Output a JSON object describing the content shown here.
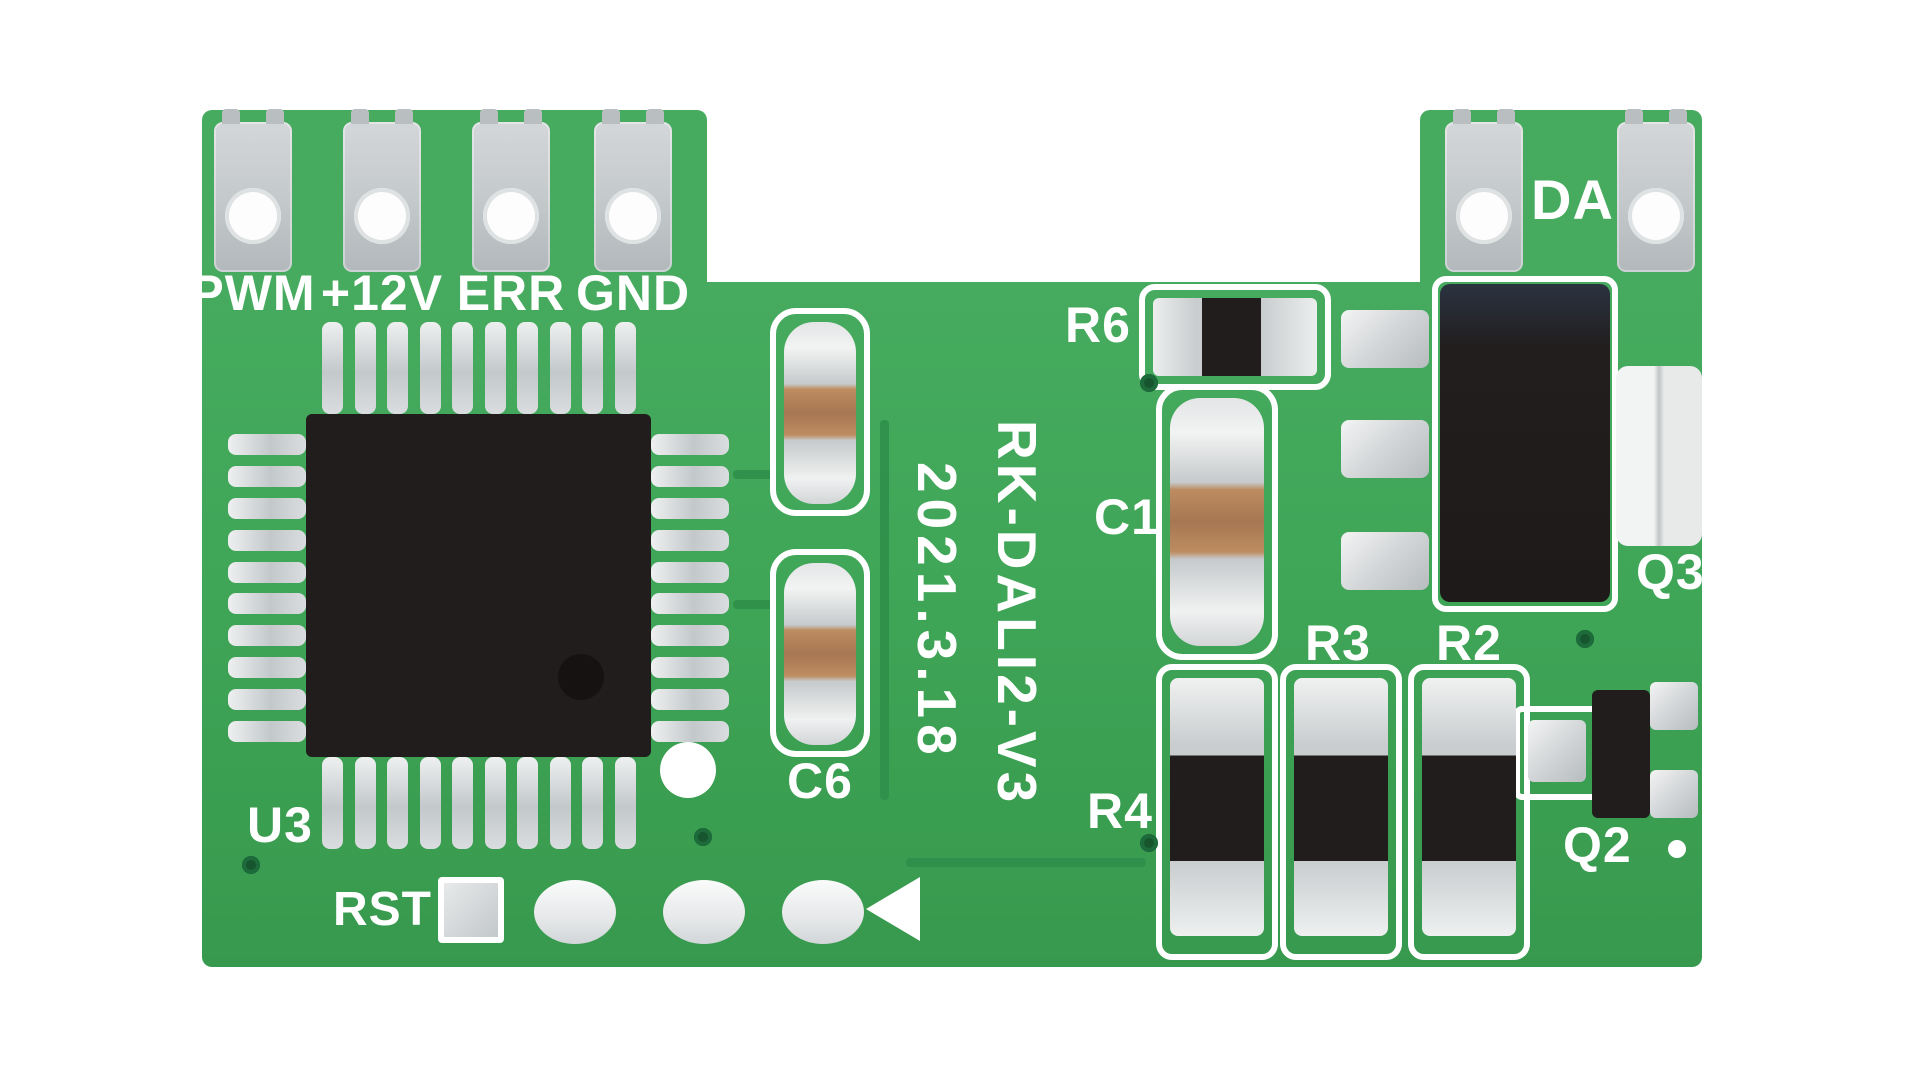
{
  "board": {
    "pads_top_left": [
      "PWM",
      "+12V",
      "ERR",
      "GND"
    ],
    "pad_top_right_label": "DA",
    "component_labels": {
      "u3": "U3",
      "rst": "RST",
      "c6": "C6",
      "c1": "C1",
      "r6": "R6",
      "r3": "R3",
      "r2": "R2",
      "r4": "R4",
      "q3": "Q3",
      "q2": "Q2"
    },
    "vertical_text": {
      "model": "RK-DALI2-V3",
      "date": "2021.3.18"
    },
    "colors": {
      "board_green": "#3fa557",
      "board_green_light": "#46ab5e",
      "trace_green": "#2f8f4a",
      "silk_white": "#ffffff",
      "pad_silver": "#c3c8ca",
      "component_black": "#211d1d",
      "cap_tan": "#bd8c60",
      "via_green": "#17552e"
    }
  }
}
